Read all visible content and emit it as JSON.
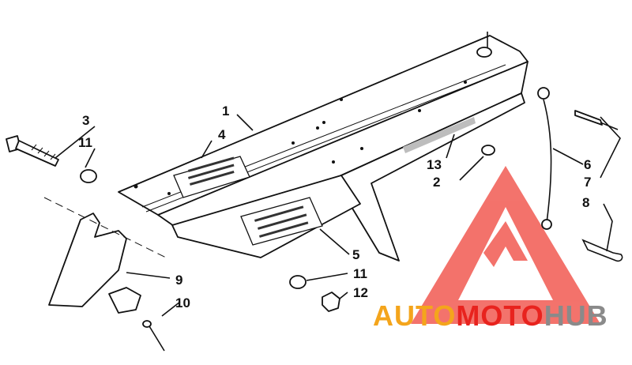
{
  "callouts": {
    "n1": "1",
    "n2": "2",
    "n3": "3",
    "n4": "4",
    "n5": "5",
    "n6": "6",
    "n7": "7",
    "n8": "8",
    "n9": "9",
    "n10": "10",
    "n11a": "11",
    "n11b": "11",
    "n12": "12",
    "n13": "13"
  },
  "watermark": {
    "part1": "AUTO",
    "part2": "MOTO",
    "part3": "HUB",
    "colors": {
      "orange": "#f4a51c",
      "red": "#e8231e",
      "gray": "#8a8a8a",
      "triangle": "#f15a52"
    }
  }
}
